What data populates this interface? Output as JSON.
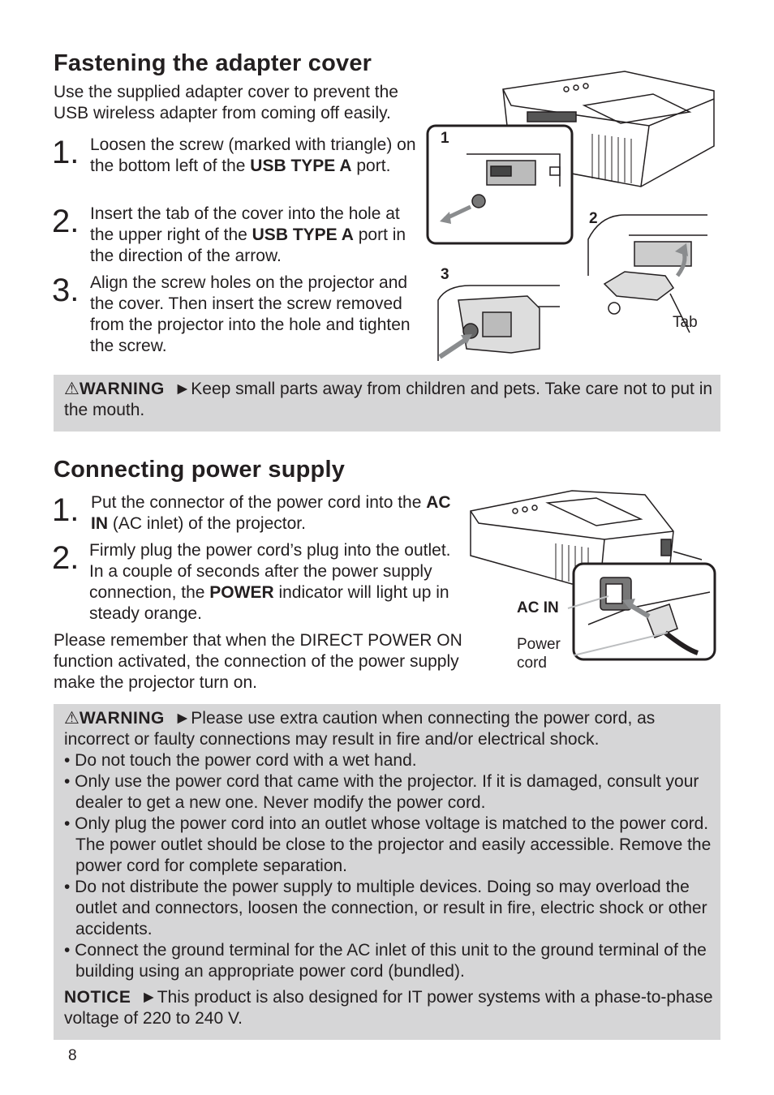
{
  "section1": {
    "title": "Fastening the adapter cover",
    "intro": "Use the supplied adapter cover to prevent the USB wireless adapter from coming off easily.",
    "steps": [
      {
        "num": "1.",
        "pre": "Loosen the screw (marked with triangle) on the bottom left of the ",
        "bold": "USB TYPE A",
        "post": " port."
      },
      {
        "num": "2.",
        "pre": "Insert the tab of the cover into the hole at the upper right of the ",
        "bold": "USB TYPE A",
        "post": " port in the direction of the arrow."
      },
      {
        "num": "3.",
        "pre": "Align the screw holes on the projector and the cover. Then insert the screw removed from the projector into the hole and tighten the screw.",
        "bold": "",
        "post": ""
      }
    ],
    "figure": {
      "label1": "1",
      "label2": "2",
      "label3": "3",
      "tab": "Tab"
    },
    "warning": {
      "label": "WARNING",
      "text": "►Keep small parts away from children and pets. Take care not to put in the mouth."
    }
  },
  "section2": {
    "title": "Connecting power supply",
    "steps": [
      {
        "num": "1.",
        "pre": "Put the connector of the power cord into the ",
        "bold": "AC IN",
        "post": " (AC inlet) of the projector."
      },
      {
        "num": "2.",
        "pre": "Firmly plug the power cord’s plug into the outlet. In a couple of seconds after the power supply connection, the ",
        "bold": "POWER",
        "post": " indicator will light up in steady orange."
      }
    ],
    "note": "Please remember that when the DIRECT POWER ON function activated, the connection of the power supply make the projector turn on.",
    "figure": {
      "acin": "AC IN",
      "cord_line1": "Power",
      "cord_line2": "cord"
    },
    "warning": {
      "label": "WARNING",
      "text": "►Please use extra caution when connecting the power cord, as incorrect or faulty connections may result in fire and/or electrical shock.",
      "bullets": [
        "• Do not touch the power cord with a wet hand.",
        "• Only use the power cord that came with the projector. If it is damaged, consult your dealer to get a new one. Never modify the power cord.",
        "• Only plug the power cord into an outlet whose voltage is matched to the power cord. The power outlet should be close to the projector and easily accessible. Remove the power cord for complete separation.",
        "• Do not distribute the power supply to multiple devices. Doing so may overload the outlet and connectors, loosen the connection, or result in fire, electric shock or other accidents.",
        "• Connect the ground terminal for the AC inlet of this unit to the ground terminal of the building using an appropriate power cord (bundled)."
      ]
    },
    "notice": {
      "label": "NOTICE",
      "text": "►This product is also designed for IT power systems with a phase-to-phase voltage of 220 to 240 V."
    }
  },
  "page_number": "8"
}
